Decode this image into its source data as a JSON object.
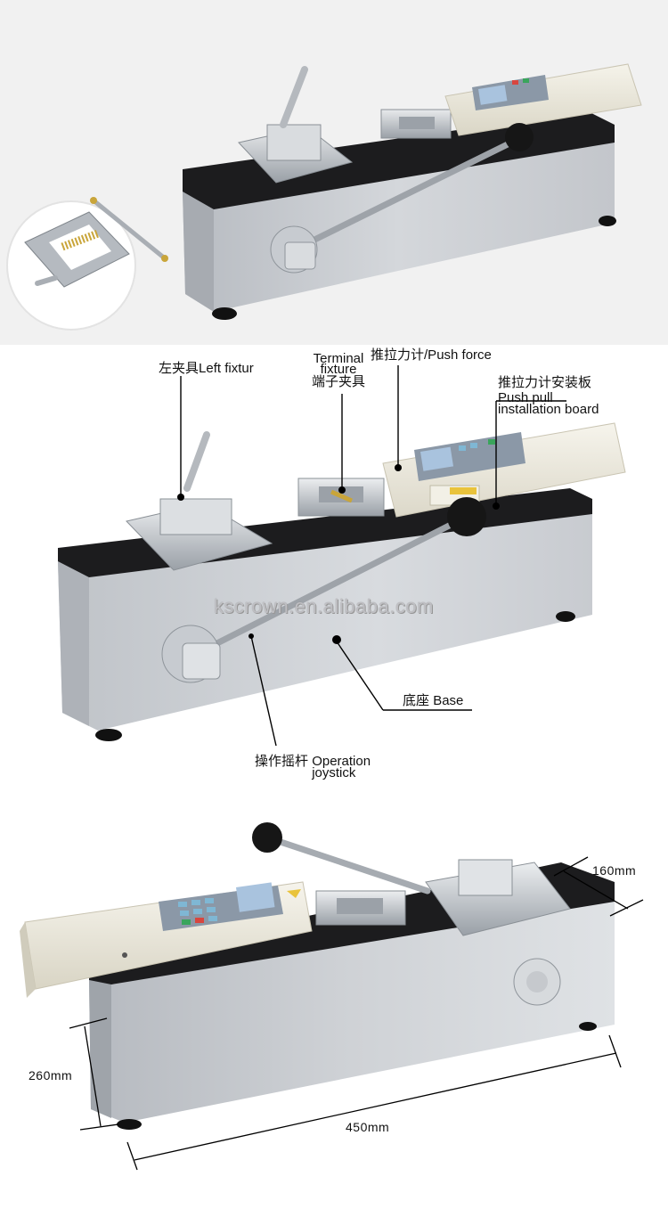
{
  "top_panel": {
    "description": "Terminal pull force tester product photo with inset close-up of terminal fixture",
    "inset": {
      "subject": "terminal-fixture-closeup"
    },
    "background": "#f1f1f1"
  },
  "middle_panel": {
    "watermark": "kscrown.en.alibaba.com",
    "labels": {
      "left_fixture": {
        "cn": "左夹具",
        "en": "Left fixtur"
      },
      "terminal_fixture": {
        "en_line1": "Terminal",
        "en_line2": "fixture",
        "cn": "端子夹具"
      },
      "push_force": {
        "cn": "推拉力计",
        "en": "/Push force"
      },
      "installation_board": {
        "cn": "推拉力计安装板",
        "en_line1": "Push pull",
        "en_line2": "installation board"
      },
      "base": {
        "cn": "底座",
        "en": "Base"
      },
      "joystick": {
        "cn": "操作摇杆",
        "en_line1": "Operation",
        "en_line2": "joystick"
      }
    }
  },
  "bottom_panel": {
    "dimensions": {
      "depth": "160mm",
      "height": "260mm",
      "length": "450mm"
    }
  },
  "colors": {
    "body_gray": "#c9ccd0",
    "top_plate": "#1b1b1d",
    "gauge_cream": "#ece9dc",
    "steel": "#b8bcc2",
    "screen_blue": "#a9c3de",
    "key_blue": "#7fb7d4",
    "key_red": "#d8463f",
    "key_green": "#3aa55c"
  }
}
